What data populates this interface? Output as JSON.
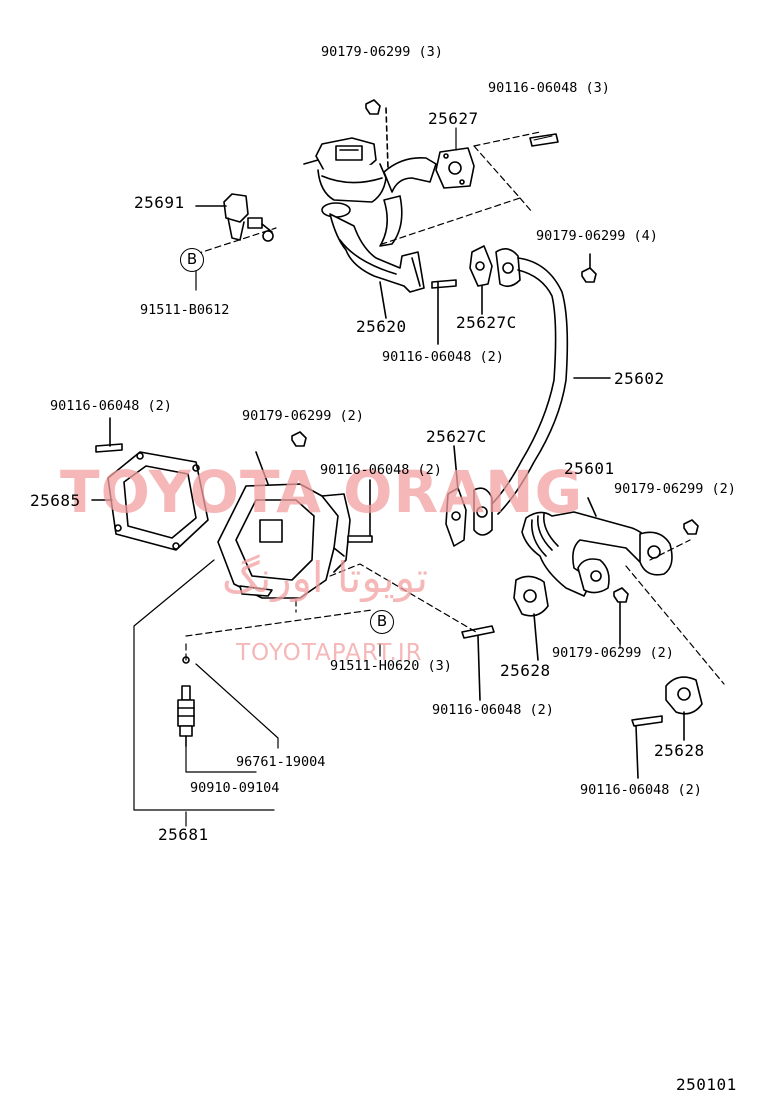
{
  "diagram": {
    "figure_code": "250101",
    "labels": {
      "l1": "90179-06299 (3)",
      "l2": "90116-06048 (3)",
      "l3": "25627",
      "l4": "25691",
      "l5": "90179-06299 (4)",
      "l6": "91511-B0612",
      "l7": "25620",
      "l8": "25627C",
      "l9": "90116-06048 (2)",
      "l10": "25602",
      "l11": "90116-06048 (2)",
      "l12": "90179-06299 (2)",
      "l13": "25627C",
      "l14": "90116-06048 (2)",
      "l15": "25601",
      "l16": "25685",
      "l17": "90179-06299 (2)",
      "l18": "91511-H0620 (3)",
      "l19": "25628",
      "l20": "90179-06299 (2)",
      "l21": "TOYOTAPART.IR",
      "l22": "90116-06048 (2)",
      "l23": "25628",
      "l24": "96761-19004",
      "l25": "90910-09104",
      "l26": "90116-06048 (2)",
      "l27": "25681"
    },
    "markers": {
      "m1": "B",
      "m2": "B"
    },
    "watermark": {
      "main": "TOYOTA ORANG",
      "persian": "تویوتا اورنگ",
      "url": "TOYOTAPART.IR",
      "color": "#f2a0a0"
    }
  }
}
